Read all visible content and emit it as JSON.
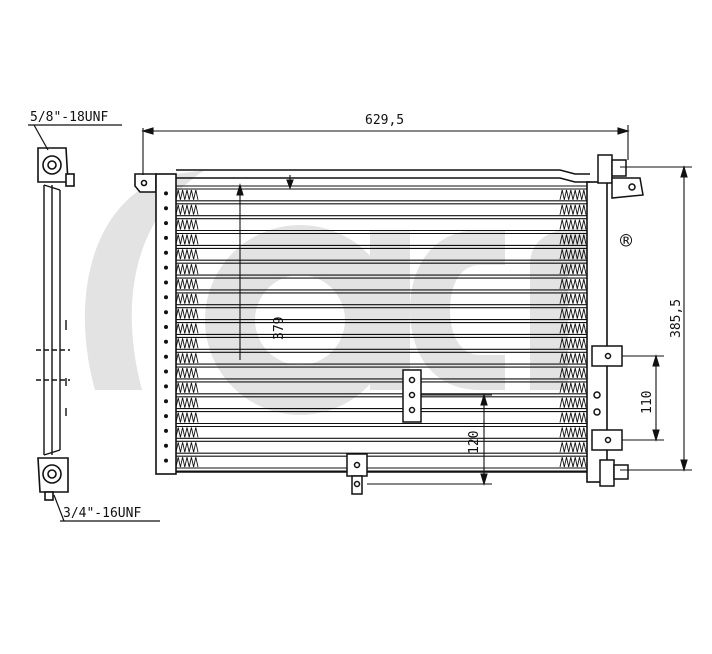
{
  "logo": {
    "text": "acr",
    "registered_mark": "®"
  },
  "callouts": {
    "top_fitting": "5/8\"-18UNF",
    "bottom_fitting": "3/4\"-16UNF"
  },
  "dimensions": {
    "overall_width": "629,5",
    "core_height": "379",
    "overall_height": "385,5",
    "bracket_spacing": "110",
    "mount_height": "120"
  },
  "colors": {
    "line": "#111111",
    "watermark": "#e4e4e4"
  }
}
